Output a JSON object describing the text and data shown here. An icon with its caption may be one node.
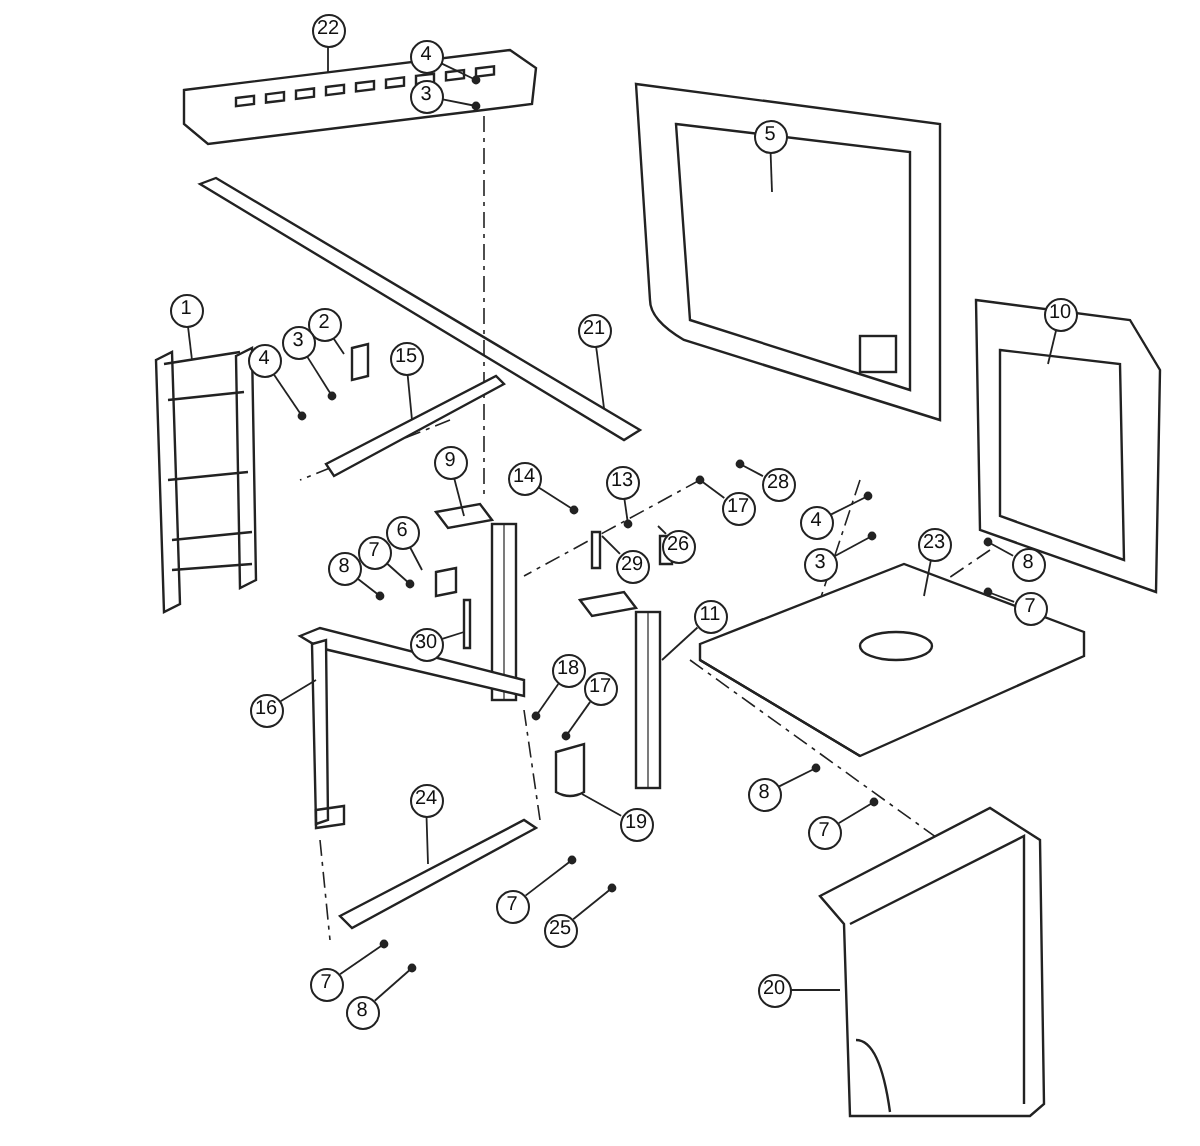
{
  "diagram": {
    "nodes": [
      {
        "text": [
          "22"
        ]
      },
      {
        "text": [
          "4"
        ]
      },
      {
        "text": [
          "3"
        ]
      },
      {
        "text": [
          "5"
        ]
      },
      {
        "text": [
          "1"
        ]
      },
      {
        "text": [
          "2"
        ]
      },
      {
        "text": [
          "3"
        ]
      },
      {
        "text": [
          "4"
        ]
      },
      {
        "text": [
          "15"
        ]
      },
      {
        "text": [
          "21"
        ]
      },
      {
        "text": [
          "10"
        ]
      },
      {
        "text": [
          "9"
        ]
      },
      {
        "text": [
          "14"
        ]
      },
      {
        "text": [
          "13"
        ]
      },
      {
        "text": [
          "28"
        ]
      },
      {
        "text": [
          "17"
        ]
      },
      {
        "text": [
          "6"
        ]
      },
      {
        "text": [
          "7"
        ]
      },
      {
        "text": [
          "8"
        ]
      },
      {
        "text": [
          "26"
        ]
      },
      {
        "text": [
          "4"
        ]
      },
      {
        "text": [
          "3"
        ]
      },
      {
        "text": [
          "23"
        ]
      },
      {
        "text": [
          "8"
        ]
      },
      {
        "text": [
          "7"
        ]
      },
      {
        "text": [
          "29"
        ]
      },
      {
        "text": [
          "30"
        ]
      },
      {
        "text": [
          "11"
        ]
      },
      {
        "text": [
          "18"
        ]
      },
      {
        "text": [
          "16"
        ]
      },
      {
        "text": [
          "17"
        ]
      },
      {
        "text": [
          "8"
        ]
      },
      {
        "text": [
          "24"
        ]
      },
      {
        "text": [
          "7"
        ]
      },
      {
        "text": [
          "19"
        ]
      },
      {
        "text": [
          "7"
        ]
      },
      {
        "text": [
          "25"
        ]
      },
      {
        "text": [
          "20"
        ]
      },
      {
        "text": [
          "7"
        ]
      },
      {
        "text": [
          "8"
        ]
      }
    ],
    "edges": [
      {
        "from": 0,
        "to": null,
        "arrow": "none"
      },
      {
        "from": 1,
        "to": null,
        "arrow": "other"
      },
      {
        "from": 2,
        "to": null,
        "arrow": "other"
      },
      {
        "from": 3,
        "to": null,
        "arrow": "none"
      },
      {
        "from": 4,
        "to": null,
        "arrow": "none"
      },
      {
        "from": 5,
        "to": null,
        "arrow": "none"
      },
      {
        "from": 6,
        "to": null,
        "arrow": "other"
      },
      {
        "from": 7,
        "to": null,
        "arrow": "other"
      },
      {
        "from": 8,
        "to": null,
        "arrow": "none"
      },
      {
        "from": 9,
        "to": null,
        "arrow": "none"
      },
      {
        "from": 10,
        "to": null,
        "arrow": "none"
      },
      {
        "from": 11,
        "to": null,
        "arrow": "none"
      },
      {
        "from": 12,
        "to": null,
        "arrow": "other"
      },
      {
        "from": 13,
        "to": null,
        "arrow": "other"
      },
      {
        "from": 14,
        "to": null,
        "arrow": "other"
      },
      {
        "from": 15,
        "to": null,
        "arrow": "other"
      },
      {
        "from": 16,
        "to": null,
        "arrow": "none"
      },
      {
        "from": 17,
        "to": null,
        "arrow": "other"
      },
      {
        "from": 18,
        "to": null,
        "arrow": "other"
      },
      {
        "from": 19,
        "to": null,
        "arrow": "none"
      },
      {
        "from": 20,
        "to": null,
        "arrow": "other"
      },
      {
        "from": 21,
        "to": null,
        "arrow": "other"
      },
      {
        "from": 22,
        "to": null,
        "arrow": "none"
      },
      {
        "from": 23,
        "to": null,
        "arrow": "other"
      },
      {
        "from": 24,
        "to": null,
        "arrow": "other"
      },
      {
        "from": 25,
        "to": null,
        "arrow": "none"
      },
      {
        "from": 26,
        "to": null,
        "arrow": "none"
      },
      {
        "from": 27,
        "to": null,
        "arrow": "none"
      },
      {
        "from": 28,
        "to": null,
        "arrow": "other"
      },
      {
        "from": 29,
        "to": null,
        "arrow": "none"
      },
      {
        "from": 30,
        "to": null,
        "arrow": "other"
      },
      {
        "from": 31,
        "to": null,
        "arrow": "other"
      },
      {
        "from": 32,
        "to": null,
        "arrow": "none"
      },
      {
        "from": 33,
        "to": null,
        "arrow": "other"
      },
      {
        "from": 34,
        "to": null,
        "arrow": "none"
      },
      {
        "from": 35,
        "to": null,
        "arrow": "other"
      },
      {
        "from": 36,
        "to": null,
        "arrow": "other"
      },
      {
        "from": 37,
        "to": null,
        "arrow": "none"
      },
      {
        "from": 38,
        "to": null,
        "arrow": "other"
      },
      {
        "from": 39,
        "to": null,
        "arrow": "other"
      }
    ]
  }
}
